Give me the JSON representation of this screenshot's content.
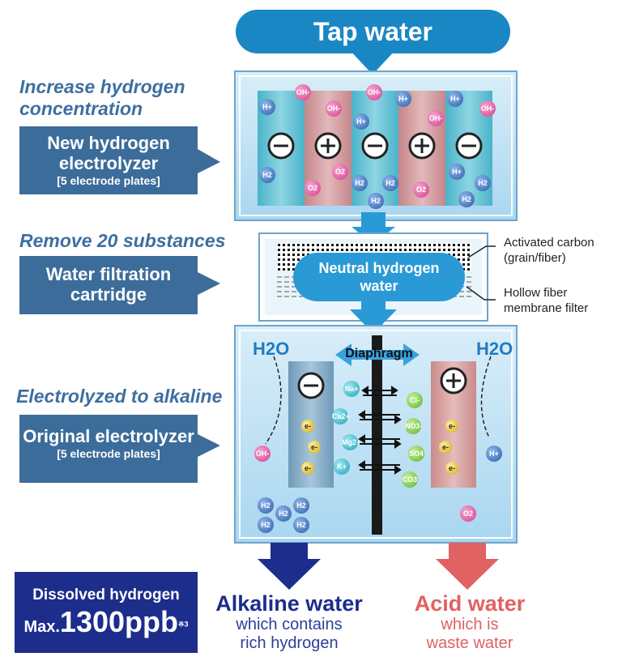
{
  "top": {
    "tap_water": "Tap water"
  },
  "stage1": {
    "heading_line1": "Increase hydrogen",
    "heading_line2": "concentration",
    "box_line1": "New hydrogen",
    "box_line2": "electrolyzer",
    "box_line3": "[5 electrode plates]"
  },
  "stage2": {
    "heading": "Remove 20 substances",
    "box_line1": "Water filtration",
    "box_line2": "cartridge",
    "neutral_line1": "Neutral hydrogen",
    "neutral_line2": "water",
    "note1_line1": "Activated carbon",
    "note1_line2": "(grain/fiber)",
    "note2_line1": "Hollow fiber",
    "note2_line2": "membrane filter"
  },
  "stage3": {
    "heading": "Electrolyzed to alkaline",
    "box_line1": "Original electrolyzer",
    "box_line2": "[5 electrode plates]",
    "h2o_left": "H2O",
    "h2o_right": "H2O",
    "diaphragm": "Diaphragm"
  },
  "output": {
    "dissolved_line1": "Dissolved hydrogen",
    "dissolved_prefix": "Max.",
    "dissolved_value": "1300ppb",
    "dissolved_note": "※3",
    "alkaline_title": "Alkaline water",
    "alkaline_sub1": "which contains",
    "alkaline_sub2": "rich hydrogen",
    "acid_title": "Acid water",
    "acid_sub1": "which is",
    "acid_sub2": "waste water"
  },
  "ions": {
    "h_plus": "H+",
    "oh_minus": "OH-",
    "h2": "H2",
    "o2": "O2",
    "e_minus": "e-",
    "na": "Na+",
    "ca": "Ca2+",
    "mg": "Mg2+",
    "k": "K+",
    "cl": "Cl-",
    "no3": "NO3-",
    "so4": "SO4",
    "co3": "CO3"
  },
  "colors": {
    "accent_blue": "#1a87c5",
    "label_blue": "#3c6d9a",
    "navy": "#1c2d8c",
    "acid_red": "#e06262",
    "alkaline_navy": "#1c2d8c"
  }
}
